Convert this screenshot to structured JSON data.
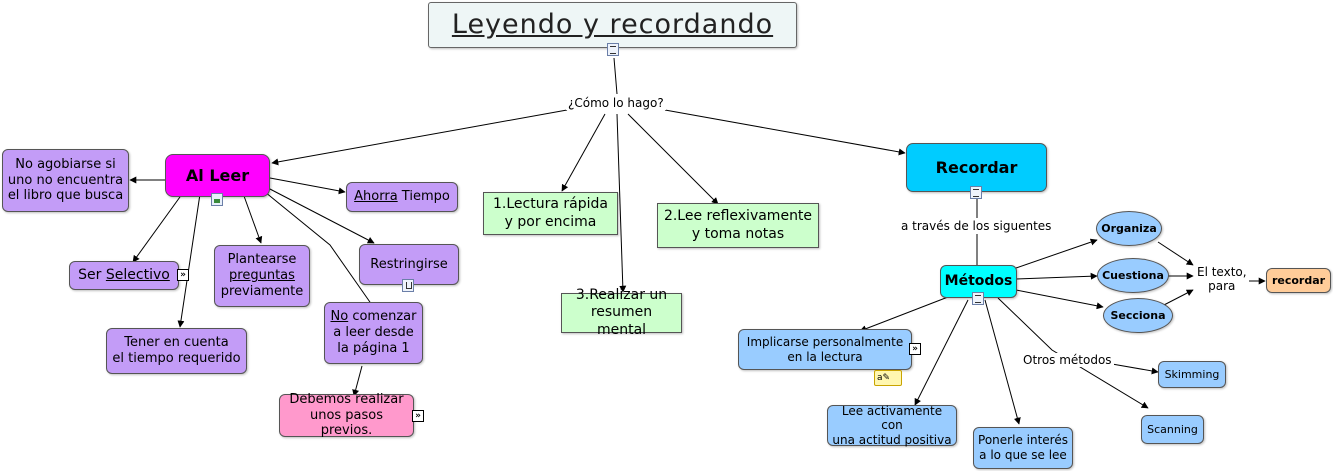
{
  "title": "Leyendo y recordando",
  "labels": {
    "como": "¿Cómo lo hago?",
    "a_traves": "a través de los siguentes",
    "el_texto_1": "El texto,",
    "el_texto_2": "para",
    "otros": "Otros métodos"
  },
  "nodes": {
    "al_leer": "Al Leer",
    "recordar": "Recordar",
    "no_agobiarse": [
      "No agobiarse si",
      "uno no encuentra",
      "el libro que busca"
    ],
    "ahorra_u": "Ahorra",
    "ahorra_rest": " Tiempo",
    "ser": "Ser ",
    "selectivo": "Selectivo",
    "plantearse_1": "Plantearse",
    "plantearse_2": "preguntas",
    "plantearse_3": "previamente",
    "restringirse": "Restringirse",
    "no_comenzar_u": "No",
    "no_comenzar_1": " comenzar",
    "no_comenzar_2": "a leer desde",
    "no_comenzar_3": "la página 1",
    "tener": [
      "Tener en cuenta",
      "el tiempo requerido"
    ],
    "debemos": [
      "Debemos realizar",
      "unos pasos previos."
    ],
    "lectura_rapida": [
      "1.Lectura rápida",
      "y por encima"
    ],
    "realizar": [
      "3.Realizar un",
      "resumen mental"
    ],
    "lee_reflex": [
      "2.Lee reflexivamente",
      "y toma notas"
    ],
    "metodos": "Métodos",
    "organiza": "Organiza",
    "cuestiona": "Cuestiona",
    "secciona": "Secciona",
    "recordar_small": "recordar",
    "implicarse": [
      "Implicarse personalmente",
      "en la lectura"
    ],
    "lee_activamente": [
      "Lee activamente con",
      "una actitud positiva"
    ],
    "ponerle": [
      "Ponerle interés",
      "a lo que se lee"
    ],
    "skimming": "Skimming",
    "scanning": "Scanning"
  },
  "icons": {
    "note": "note-icon",
    "image": "image-icon",
    "tree": "map-tree-icon",
    "arrow": "link-arrow-icon",
    "sticky": "sticky-note-icon"
  },
  "colors": {
    "title_bg": "#eef6f6",
    "al_leer": "#ff00ff",
    "purple": "#c39cf7",
    "pink": "#ff99cc",
    "green": "#ccffcc",
    "cyan_big": "#00ccff",
    "cyan": "#00ffff",
    "blue": "#99ccff",
    "orange": "#ffcc99"
  }
}
